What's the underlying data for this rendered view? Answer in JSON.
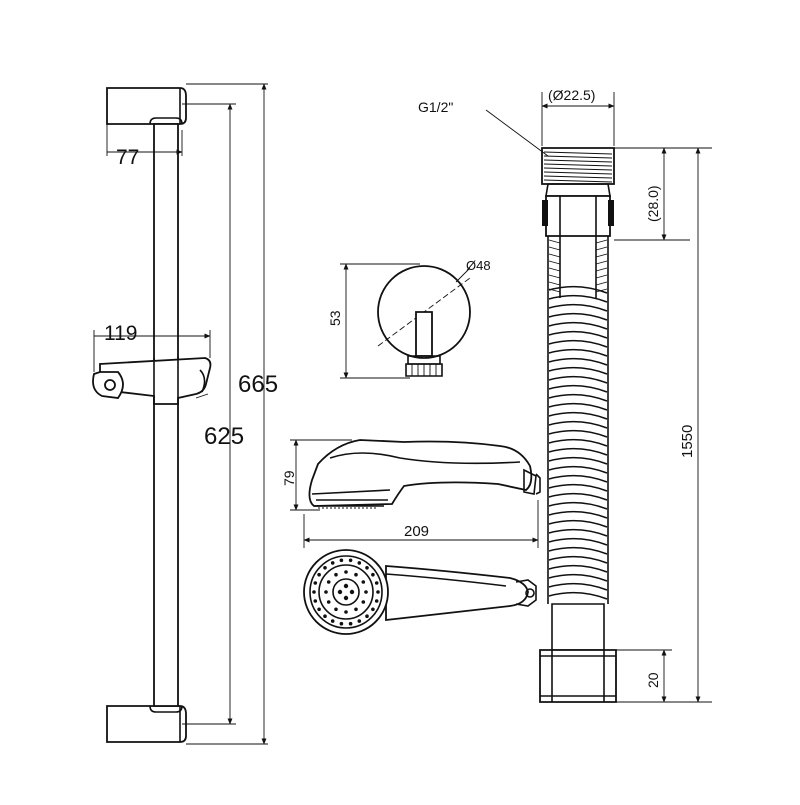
{
  "rail": {
    "width_label": "77",
    "holder_label": "119",
    "inner_height_label": "625",
    "outer_height_label": "665"
  },
  "wall_outlet": {
    "diameter_label": "Ø48",
    "height_label": "53"
  },
  "handset": {
    "height_label": "79",
    "length_label": "209"
  },
  "hose": {
    "thread_label": "G1/2\"",
    "diameter_label": "(Ø22.5)",
    "nut_length_label": "(28.0)",
    "length_label": "1550",
    "end_length_label": "20"
  },
  "colors": {
    "line": "#111111",
    "background": "#ffffff"
  }
}
